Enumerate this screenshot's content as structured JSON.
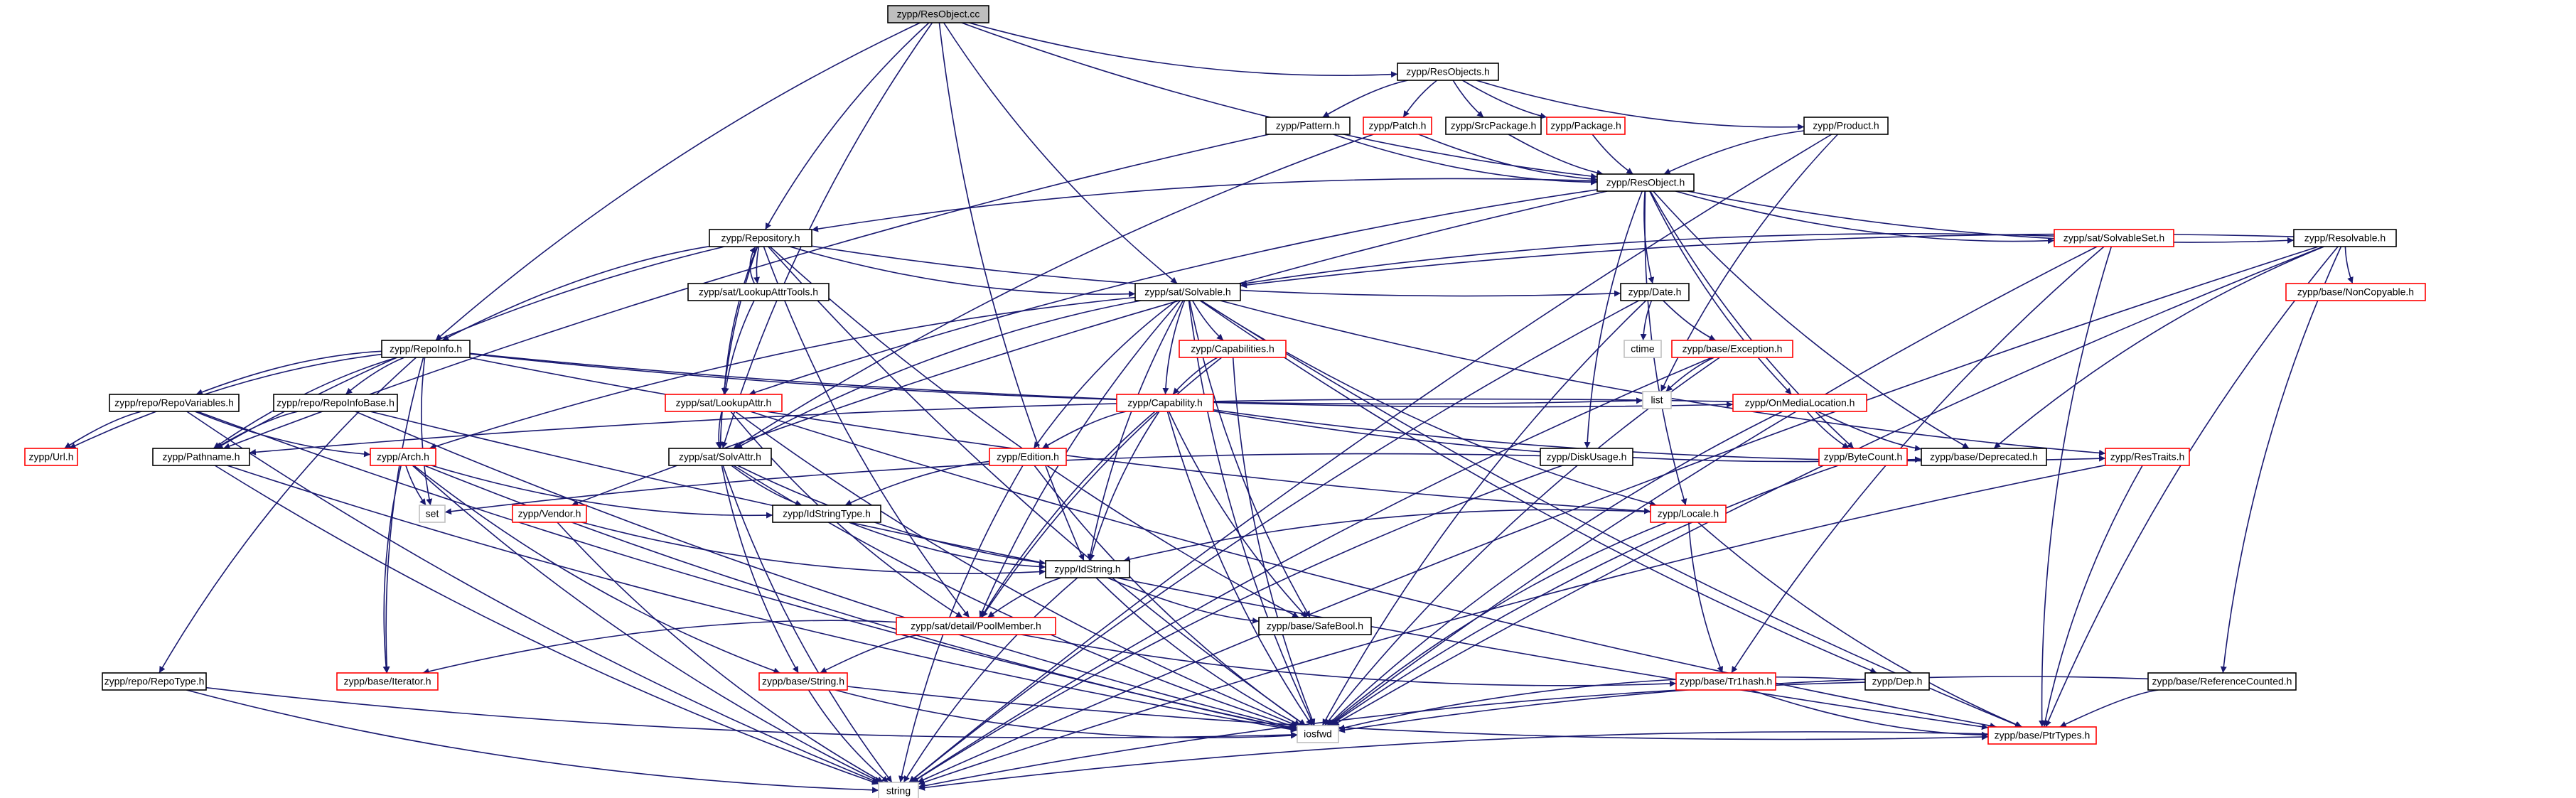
{
  "colors": {
    "edge": "#191970",
    "root_fill": "#bfbfbf",
    "border_black": "#000000",
    "border_red": "#ff0000",
    "border_gray": "#bfbfbf",
    "label": "#000000"
  },
  "nodes": [
    {
      "id": "root",
      "label": "zypp/ResObject.cc",
      "style": "root"
    },
    {
      "id": "resobjects",
      "label": "zypp/ResObjects.h",
      "style": "black"
    },
    {
      "id": "pattern",
      "label": "zypp/Pattern.h",
      "style": "black"
    },
    {
      "id": "patch",
      "label": "zypp/Patch.h",
      "style": "red"
    },
    {
      "id": "srcpackage",
      "label": "zypp/SrcPackage.h",
      "style": "black"
    },
    {
      "id": "package",
      "label": "zypp/Package.h",
      "style": "red"
    },
    {
      "id": "product",
      "label": "zypp/Product.h",
      "style": "black"
    },
    {
      "id": "resobject",
      "label": "zypp/ResObject.h",
      "style": "black"
    },
    {
      "id": "repository",
      "label": "zypp/Repository.h",
      "style": "black"
    },
    {
      "id": "lookupattrtools",
      "label": "zypp/sat/LookupAttrTools.h",
      "style": "black"
    },
    {
      "id": "solvableset",
      "label": "zypp/sat/SolvableSet.h",
      "style": "red"
    },
    {
      "id": "resolvable",
      "label": "zypp/Resolvable.h",
      "style": "black"
    },
    {
      "id": "solvable",
      "label": "zypp/sat/Solvable.h",
      "style": "black"
    },
    {
      "id": "date",
      "label": "zypp/Date.h",
      "style": "black"
    },
    {
      "id": "noncopyable",
      "label": "zypp/base/NonCopyable.h",
      "style": "red"
    },
    {
      "id": "repoinfo",
      "label": "zypp/RepoInfo.h",
      "style": "black"
    },
    {
      "id": "capabilities",
      "label": "zypp/Capabilities.h",
      "style": "red"
    },
    {
      "id": "ctime",
      "label": "ctime",
      "style": "gray"
    },
    {
      "id": "exception",
      "label": "zypp/base/Exception.h",
      "style": "red"
    },
    {
      "id": "list",
      "label": "list",
      "style": "gray"
    },
    {
      "id": "repovariables",
      "label": "zypp/repo/RepoVariables.h",
      "style": "black"
    },
    {
      "id": "repoinfobase",
      "label": "zypp/repo/RepoInfoBase.h",
      "style": "black"
    },
    {
      "id": "lookupattr",
      "label": "zypp/sat/LookupAttr.h",
      "style": "red"
    },
    {
      "id": "capability",
      "label": "zypp/Capability.h",
      "style": "red"
    },
    {
      "id": "onmedialocation",
      "label": "zypp/OnMediaLocation.h",
      "style": "red"
    },
    {
      "id": "url",
      "label": "zypp/Url.h",
      "style": "red"
    },
    {
      "id": "pathname",
      "label": "zypp/Pathname.h",
      "style": "black"
    },
    {
      "id": "arch",
      "label": "zypp/Arch.h",
      "style": "red"
    },
    {
      "id": "solvattr",
      "label": "zypp/sat/SolvAttr.h",
      "style": "black"
    },
    {
      "id": "edition",
      "label": "zypp/Edition.h",
      "style": "red"
    },
    {
      "id": "diskusage",
      "label": "zypp/DiskUsage.h",
      "style": "black"
    },
    {
      "id": "bytecount",
      "label": "zypp/ByteCount.h",
      "style": "red"
    },
    {
      "id": "deprecated",
      "label": "zypp/base/Deprecated.h",
      "style": "black"
    },
    {
      "id": "restraits",
      "label": "zypp/ResTraits.h",
      "style": "red"
    },
    {
      "id": "set",
      "label": "set",
      "style": "gray"
    },
    {
      "id": "vendor",
      "label": "zypp/Vendor.h",
      "style": "red"
    },
    {
      "id": "idstringtype",
      "label": "zypp/IdStringType.h",
      "style": "black"
    },
    {
      "id": "locale",
      "label": "zypp/Locale.h",
      "style": "red"
    },
    {
      "id": "idstring",
      "label": "zypp/IdString.h",
      "style": "black"
    },
    {
      "id": "safebool",
      "label": "zypp/base/SafeBool.h",
      "style": "black"
    },
    {
      "id": "poolmember",
      "label": "zypp/sat/detail/PoolMember.h",
      "style": "red"
    },
    {
      "id": "repotype",
      "label": "zypp/repo/RepoType.h",
      "style": "black"
    },
    {
      "id": "iterator",
      "label": "zypp/base/Iterator.h",
      "style": "red"
    },
    {
      "id": "string_h",
      "label": "zypp/base/String.h",
      "style": "red"
    },
    {
      "id": "tr1hash",
      "label": "zypp/base/Tr1hash.h",
      "style": "red"
    },
    {
      "id": "dep",
      "label": "zypp/Dep.h",
      "style": "black"
    },
    {
      "id": "refcounted",
      "label": "zypp/base/ReferenceCounted.h",
      "style": "black"
    },
    {
      "id": "iosfwd",
      "label": "iosfwd",
      "style": "gray"
    },
    {
      "id": "ptrtypes",
      "label": "zypp/base/PtrTypes.h",
      "style": "red"
    },
    {
      "id": "string",
      "label": "string",
      "style": "gray"
    }
  ],
  "edges": [
    [
      "root",
      "resobjects"
    ],
    [
      "root",
      "resobject"
    ],
    [
      "root",
      "repository"
    ],
    [
      "root",
      "solvable"
    ],
    [
      "root",
      "repoinfo"
    ],
    [
      "root",
      "solvattr"
    ],
    [
      "root",
      "idstring"
    ],
    [
      "resobjects",
      "pattern"
    ],
    [
      "resobjects",
      "patch"
    ],
    [
      "resobjects",
      "srcpackage"
    ],
    [
      "resobjects",
      "package"
    ],
    [
      "resobjects",
      "product"
    ],
    [
      "pattern",
      "resobject"
    ],
    [
      "pattern",
      "pathname"
    ],
    [
      "patch",
      "resobject"
    ],
    [
      "patch",
      "solvattr"
    ],
    [
      "srcpackage",
      "resobject"
    ],
    [
      "package",
      "resobject"
    ],
    [
      "product",
      "resobject"
    ],
    [
      "product",
      "list"
    ],
    [
      "product",
      "string"
    ],
    [
      "resobject",
      "repository"
    ],
    [
      "resobject",
      "solvableset"
    ],
    [
      "resobject",
      "resolvable"
    ],
    [
      "resobject",
      "date"
    ],
    [
      "resobject",
      "vendor"
    ],
    [
      "resobject",
      "diskusage"
    ],
    [
      "resobject",
      "bytecount"
    ],
    [
      "resobject",
      "onmedialocation"
    ],
    [
      "resobject",
      "deprecated"
    ],
    [
      "resobject",
      "lookupattr"
    ],
    [
      "resobject",
      "locale"
    ],
    [
      "repository",
      "lookupattrtools"
    ],
    [
      "repository",
      "solvable"
    ],
    [
      "repository",
      "repoinfo"
    ],
    [
      "repository",
      "lookupattr"
    ],
    [
      "repository",
      "solvattr"
    ],
    [
      "repository",
      "pathname"
    ],
    [
      "repository",
      "date"
    ],
    [
      "repository",
      "safebool"
    ],
    [
      "repository",
      "iosfwd"
    ],
    [
      "repository",
      "poolmember"
    ],
    [
      "lookupattrtools",
      "repository"
    ],
    [
      "lookupattrtools",
      "lookupattr"
    ],
    [
      "solvableset",
      "solvable"
    ],
    [
      "solvableset",
      "tr1hash"
    ],
    [
      "solvableset",
      "ptrtypes"
    ],
    [
      "solvableset",
      "iosfwd"
    ],
    [
      "resolvable",
      "solvable"
    ],
    [
      "resolvable",
      "noncopyable"
    ],
    [
      "resolvable",
      "refcounted"
    ],
    [
      "resolvable",
      "ptrtypes"
    ],
    [
      "resolvable",
      "deprecated"
    ],
    [
      "resolvable",
      "iosfwd"
    ],
    [
      "resolvable",
      "string"
    ],
    [
      "solvable",
      "capabilities"
    ],
    [
      "solvable",
      "capability"
    ],
    [
      "solvable",
      "edition"
    ],
    [
      "solvable",
      "arch"
    ],
    [
      "solvable",
      "solvattr"
    ],
    [
      "solvable",
      "idstring"
    ],
    [
      "solvable",
      "locale"
    ],
    [
      "solvable",
      "restraits"
    ],
    [
      "solvable",
      "safebool"
    ],
    [
      "solvable",
      "poolmember"
    ],
    [
      "solvable",
      "iosfwd"
    ],
    [
      "solvable",
      "dep"
    ],
    [
      "solvable",
      "ptrtypes"
    ],
    [
      "date",
      "ctime"
    ],
    [
      "date",
      "exception"
    ],
    [
      "date",
      "iosfwd"
    ],
    [
      "date",
      "string"
    ],
    [
      "repoinfo",
      "repovariables"
    ],
    [
      "repoinfo",
      "repoinfobase"
    ],
    [
      "repoinfo",
      "list"
    ],
    [
      "repoinfo",
      "set"
    ],
    [
      "repoinfo",
      "url"
    ],
    [
      "repoinfo",
      "pathname"
    ],
    [
      "repoinfo",
      "repotype"
    ],
    [
      "repoinfo",
      "iterator"
    ],
    [
      "repoinfo",
      "onmedialocation"
    ],
    [
      "repoinfo",
      "locale"
    ],
    [
      "capabilities",
      "capability"
    ],
    [
      "capabilities",
      "poolmember"
    ],
    [
      "capabilities",
      "iosfwd"
    ],
    [
      "exception",
      "list"
    ],
    [
      "exception",
      "iosfwd"
    ],
    [
      "exception",
      "string"
    ],
    [
      "repovariables",
      "url"
    ],
    [
      "repovariables",
      "arch"
    ],
    [
      "repovariables",
      "iosfwd"
    ],
    [
      "repovariables",
      "string"
    ],
    [
      "repoinfobase",
      "pathname"
    ],
    [
      "repoinfobase",
      "iosfwd"
    ],
    [
      "repoinfobase",
      "ptrtypes"
    ],
    [
      "lookupattr",
      "solvattr"
    ],
    [
      "lookupattr",
      "poolmember"
    ],
    [
      "lookupattr",
      "iosfwd"
    ],
    [
      "lookupattr",
      "ptrtypes"
    ],
    [
      "capability",
      "edition"
    ],
    [
      "capability",
      "idstring"
    ],
    [
      "capability",
      "poolmember"
    ],
    [
      "capability",
      "safebool"
    ],
    [
      "capability",
      "iosfwd"
    ],
    [
      "capability",
      "restraits"
    ],
    [
      "capability",
      "deprecated"
    ],
    [
      "onmedialocation",
      "bytecount"
    ],
    [
      "onmedialocation",
      "deprecated"
    ],
    [
      "onmedialocation",
      "pathname"
    ],
    [
      "onmedialocation",
      "iosfwd"
    ],
    [
      "pathname",
      "iosfwd"
    ],
    [
      "pathname",
      "string"
    ],
    [
      "arch",
      "set"
    ],
    [
      "arch",
      "idstringtype"
    ],
    [
      "arch",
      "string_h"
    ],
    [
      "arch",
      "iterator"
    ],
    [
      "arch",
      "iosfwd"
    ],
    [
      "arch",
      "string"
    ],
    [
      "solvattr",
      "idstringtype"
    ],
    [
      "solvattr",
      "idstring"
    ],
    [
      "solvattr",
      "string_h"
    ],
    [
      "solvattr",
      "iosfwd"
    ],
    [
      "solvattr",
      "string"
    ],
    [
      "edition",
      "idstringtype"
    ],
    [
      "edition",
      "iosfwd"
    ],
    [
      "edition",
      "string"
    ],
    [
      "diskusage",
      "set"
    ],
    [
      "diskusage",
      "string"
    ],
    [
      "bytecount",
      "iosfwd"
    ],
    [
      "restraits",
      "ptrtypes"
    ],
    [
      "restraits",
      "string"
    ],
    [
      "vendor",
      "idstring"
    ],
    [
      "vendor",
      "string"
    ],
    [
      "idstringtype",
      "idstring"
    ],
    [
      "locale",
      "idstring"
    ],
    [
      "locale",
      "tr1hash"
    ],
    [
      "locale",
      "iosfwd"
    ],
    [
      "locale",
      "ptrtypes"
    ],
    [
      "idstring",
      "poolmember"
    ],
    [
      "idstring",
      "safebool"
    ],
    [
      "idstring",
      "iosfwd"
    ],
    [
      "idstring",
      "string"
    ],
    [
      "poolmember",
      "iterator"
    ],
    [
      "poolmember",
      "string_h"
    ],
    [
      "poolmember",
      "tr1hash"
    ],
    [
      "repotype",
      "iosfwd"
    ],
    [
      "repotype",
      "string"
    ],
    [
      "string_h",
      "iosfwd"
    ],
    [
      "string_h",
      "ptrtypes"
    ],
    [
      "string_h",
      "string"
    ],
    [
      "tr1hash",
      "ptrtypes"
    ],
    [
      "dep",
      "iosfwd"
    ],
    [
      "dep",
      "string"
    ],
    [
      "refcounted",
      "iosfwd"
    ],
    [
      "refcounted",
      "ptrtypes"
    ],
    [
      "ptrtypes",
      "string"
    ]
  ]
}
